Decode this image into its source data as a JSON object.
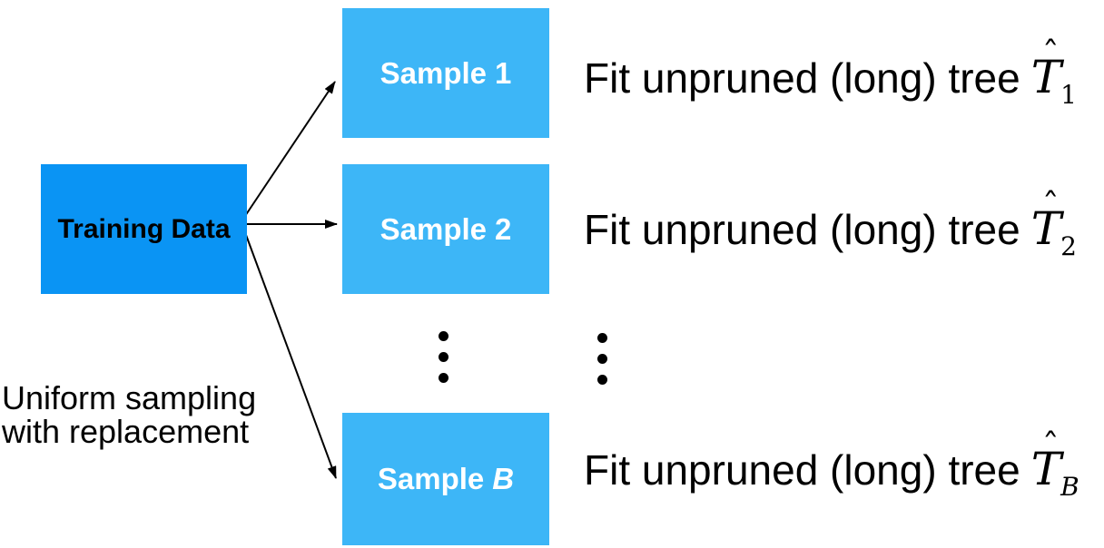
{
  "colors": {
    "training_box": "#0a94f4",
    "sample_box": "#3db6f7",
    "arrow": "#000000",
    "text": "#000000",
    "sample_label_text": "#ffffff"
  },
  "training": {
    "label": "Training Data"
  },
  "annotation": {
    "line1": "Uniform sampling",
    "line2": "with replacement"
  },
  "sample_boxes": [
    {
      "prefix": "Sample",
      "suffix": "1"
    },
    {
      "prefix": "Sample",
      "suffix": "2"
    },
    {
      "prefix": "Sample",
      "suffix": "B"
    }
  ],
  "fit_rows": [
    {
      "text": "Fit unpruned (long) tree",
      "hat": "ˆ",
      "symbol": "T",
      "subscript": "1"
    },
    {
      "text": "Fit unpruned (long) tree",
      "hat": "ˆ",
      "symbol": "T",
      "subscript": "2"
    },
    {
      "text": "Fit unpruned (long) tree",
      "hat": "ˆ",
      "symbol": "T",
      "subscript": "B"
    }
  ],
  "ellipsis": {
    "columns": 2,
    "dots_per_column": 3
  }
}
